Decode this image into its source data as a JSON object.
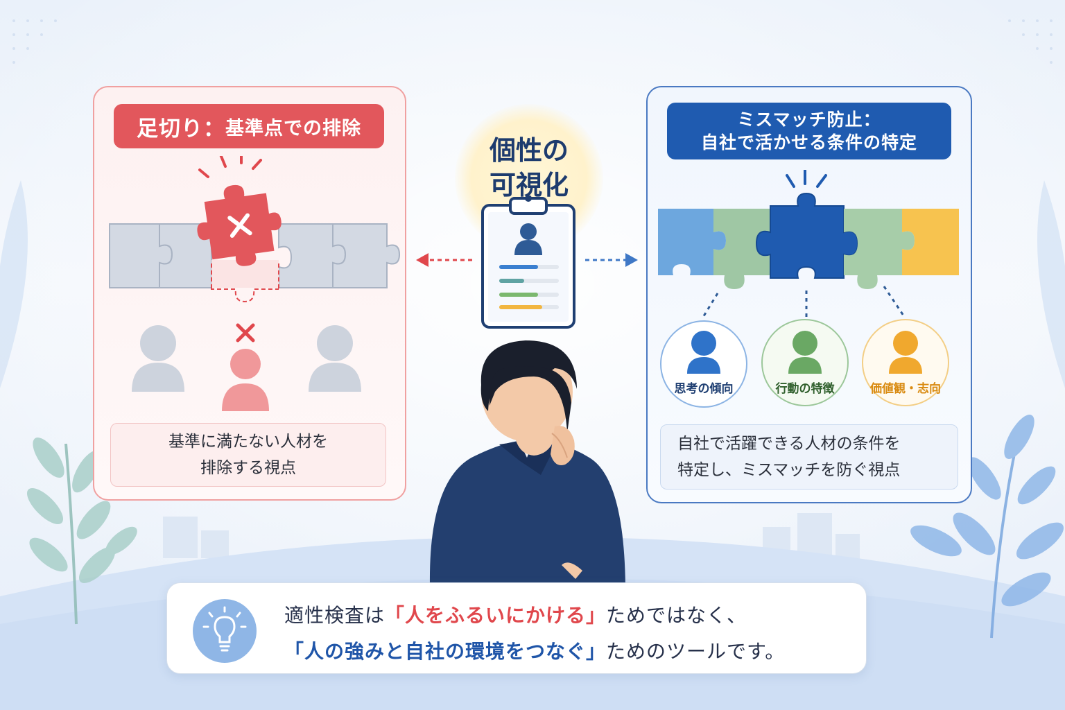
{
  "left_panel": {
    "header_bold": "足切り：",
    "header_rest": "基準点での排除",
    "desc_lines": [
      "基準に満たない人材を",
      "排除する視点"
    ]
  },
  "center": {
    "title_lines": [
      "個性の",
      "可視化"
    ]
  },
  "right_panel": {
    "header_lines": [
      "ミスマッチ防止：",
      "自社で活かせる条件の特定"
    ],
    "traits": [
      {
        "label": "思考の傾向",
        "color": "#2f73c9"
      },
      {
        "label": "行動の特徴",
        "color": "#6aa864"
      },
      {
        "label": "価値観・志向",
        "color": "#f0a82e"
      }
    ],
    "desc_lines": [
      "自社で活躍できる人材の条件を",
      "特定し、ミスマッチを防ぐ視点"
    ]
  },
  "bottom": {
    "line1_pre": "適性検査は",
    "line1_highlight": "「人をふるいにかける」",
    "line1_post": "ためではなく、",
    "line2_highlight": "「人の強みと自社の環境をつなぐ」",
    "line2_post": "ためのツールです。"
  },
  "colors": {
    "accent_red": "#e2575c",
    "accent_blue": "#1f5bb0",
    "gray_piece": "#d3d9e3",
    "yellow": "#f7c34f",
    "green": "#8fbf8c"
  }
}
